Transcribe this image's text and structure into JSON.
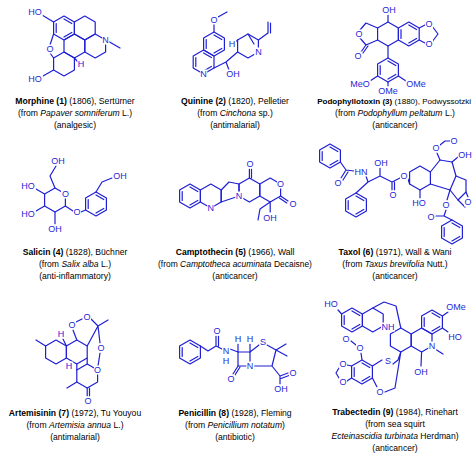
{
  "diagram": {
    "labels": [
      "Morphine (1)",
      "(1806), Sertürner",
      "(from",
      "Papaver somniferum",
      "L.)",
      "(analgesic)",
      "HO",
      "O",
      "HO",
      "H",
      "N",
      "Quinine (2)",
      "(1820), Pelletier",
      "(from",
      "Cinchona",
      "sp.)",
      "(antimalarial)",
      "O",
      "N",
      "OH",
      "N",
      "H",
      "Podophyllotoxin (3)",
      "(1880), Podwyssotzki",
      "(from",
      "Podophyllum peltatum",
      "L.)",
      "(anticancer)",
      "O",
      "O",
      "OH",
      "O",
      "O",
      "MeO",
      "OMe",
      "OMe",
      "Salicin (4)",
      "(1828), Büchner",
      "(from",
      "Salix alba",
      "L.)",
      "(anti-inflammatory)",
      "OH",
      "O",
      "HO",
      "HO",
      "OH",
      "O",
      "OH",
      "Camptothecin (5)",
      "(1966), Wall",
      "(from",
      "Camptotheca acuminata",
      "Decaisne)",
      "(anticancer)",
      "N",
      "N",
      "O",
      "O",
      "O",
      "OH",
      "Taxol (6)",
      "(1971), Wall & Wani",
      "(from",
      "Taxus brevifolia",
      "Nutt.)",
      "(anticancer)",
      "O",
      "HN",
      "OH",
      "O",
      "O",
      "O",
      "O",
      "O",
      "OH",
      "HO",
      "O",
      "O",
      "Artemisinin (7)",
      "(1972), Tu Youyou",
      "(from",
      "Artemisia annua",
      "L.)",
      "(antimalarial)",
      "O",
      "O",
      "O",
      "O",
      "O",
      "H",
      "H",
      "Penicillin (8)",
      "(1928), Fleming",
      "(from",
      "Penicillium notatum",
      ")",
      "(antibiotic)",
      "O",
      "N",
      "H",
      "O",
      "H",
      "H",
      "S",
      "N",
      "O",
      "OH",
      "Trabectedin (9)",
      "(1984), Rinehart",
      "(from sea squirt",
      "Ecteinascidia turbinata",
      "Herdman)",
      "(anticancer)",
      "HO",
      "NH",
      "OMe",
      "HO",
      "N",
      "O",
      "O",
      "O",
      "O",
      "S",
      "O",
      "OH"
    ]
  }
}
